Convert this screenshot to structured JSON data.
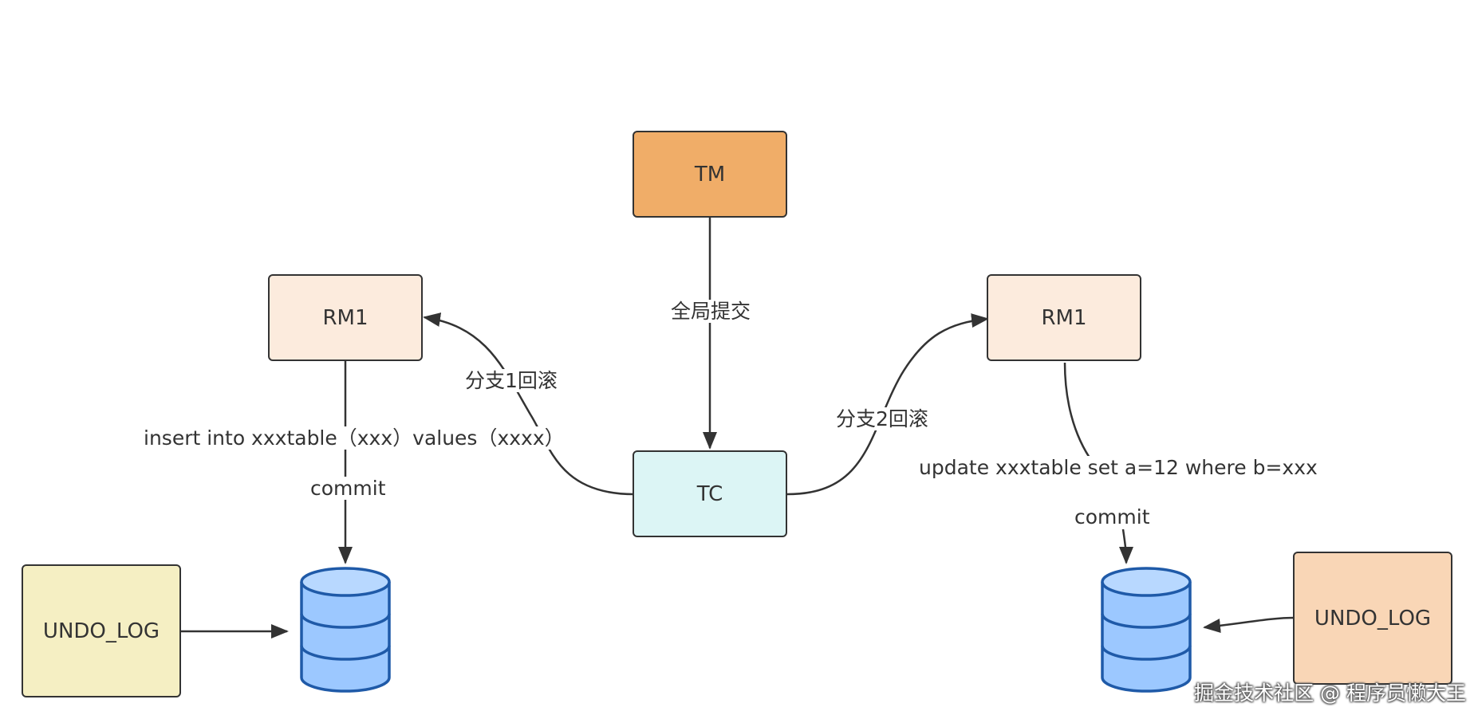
{
  "nodes": {
    "tm": "TM",
    "tc": "TC",
    "rm_left": "RM1",
    "rm_right": "RM1",
    "undo_left": "UNDO_LOG",
    "undo_right": "UNDO_LOG"
  },
  "edges": {
    "global_commit": "全局提交",
    "branch1_rollback": "分支1回滚",
    "branch2_rollback": "分支2回滚"
  },
  "sql": {
    "left": "insert into xxxtable（xxx）values（xxxx）",
    "right": "update xxxtable set a=12 where b=xxx"
  },
  "commit": {
    "left": "commit",
    "right": "commit"
  },
  "colors": {
    "tm": "#f0ad68",
    "tc": "#dcf5f5",
    "rm": "#fcebdd",
    "undo_left": "#f5efc3",
    "undo_right": "#f9d6b6",
    "db_fill": "#9cc8ff",
    "db_stroke": "#1f5aa8"
  },
  "watermark": "掘金技术社区 @ 程序员懒大王"
}
